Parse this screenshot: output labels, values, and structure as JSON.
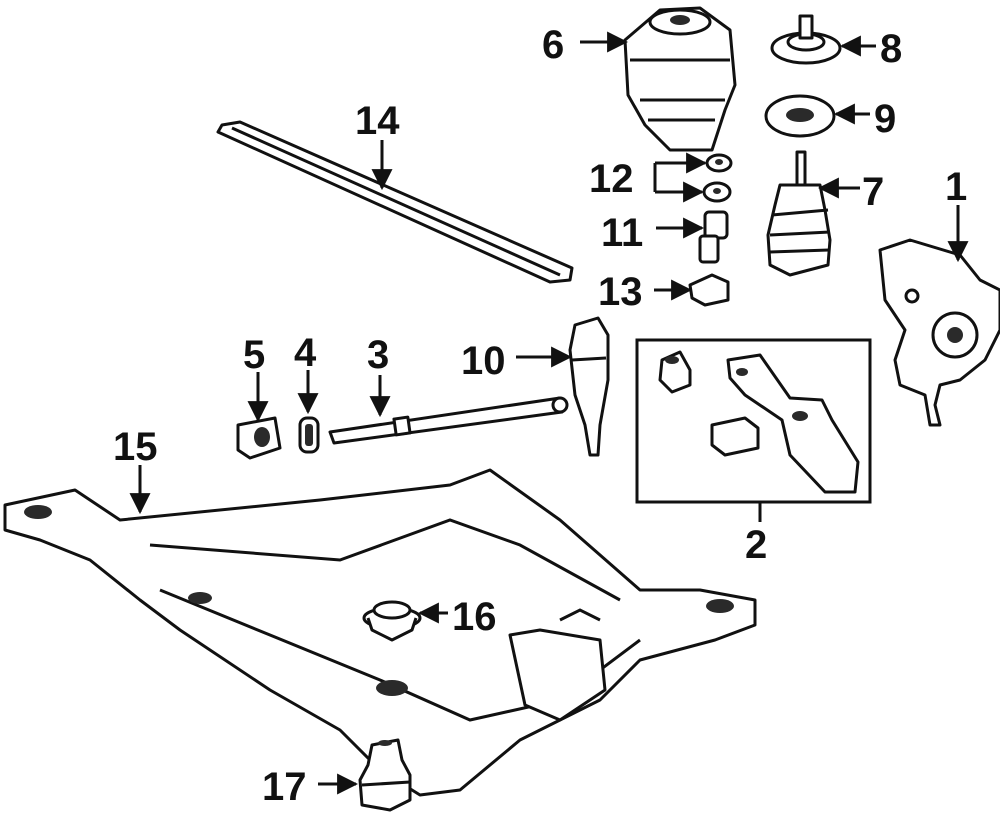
{
  "callouts": {
    "c1": "1",
    "c2": "2",
    "c3": "3",
    "c4": "4",
    "c5": "5",
    "c6": "6",
    "c7": "7",
    "c8": "8",
    "c9": "9",
    "c10": "10",
    "c11": "11",
    "c12": "12",
    "c13": "13",
    "c14": "14",
    "c15": "15",
    "c16": "16",
    "c17": "17"
  },
  "colors": {
    "ink": "#111111",
    "paper": "#ffffff"
  }
}
